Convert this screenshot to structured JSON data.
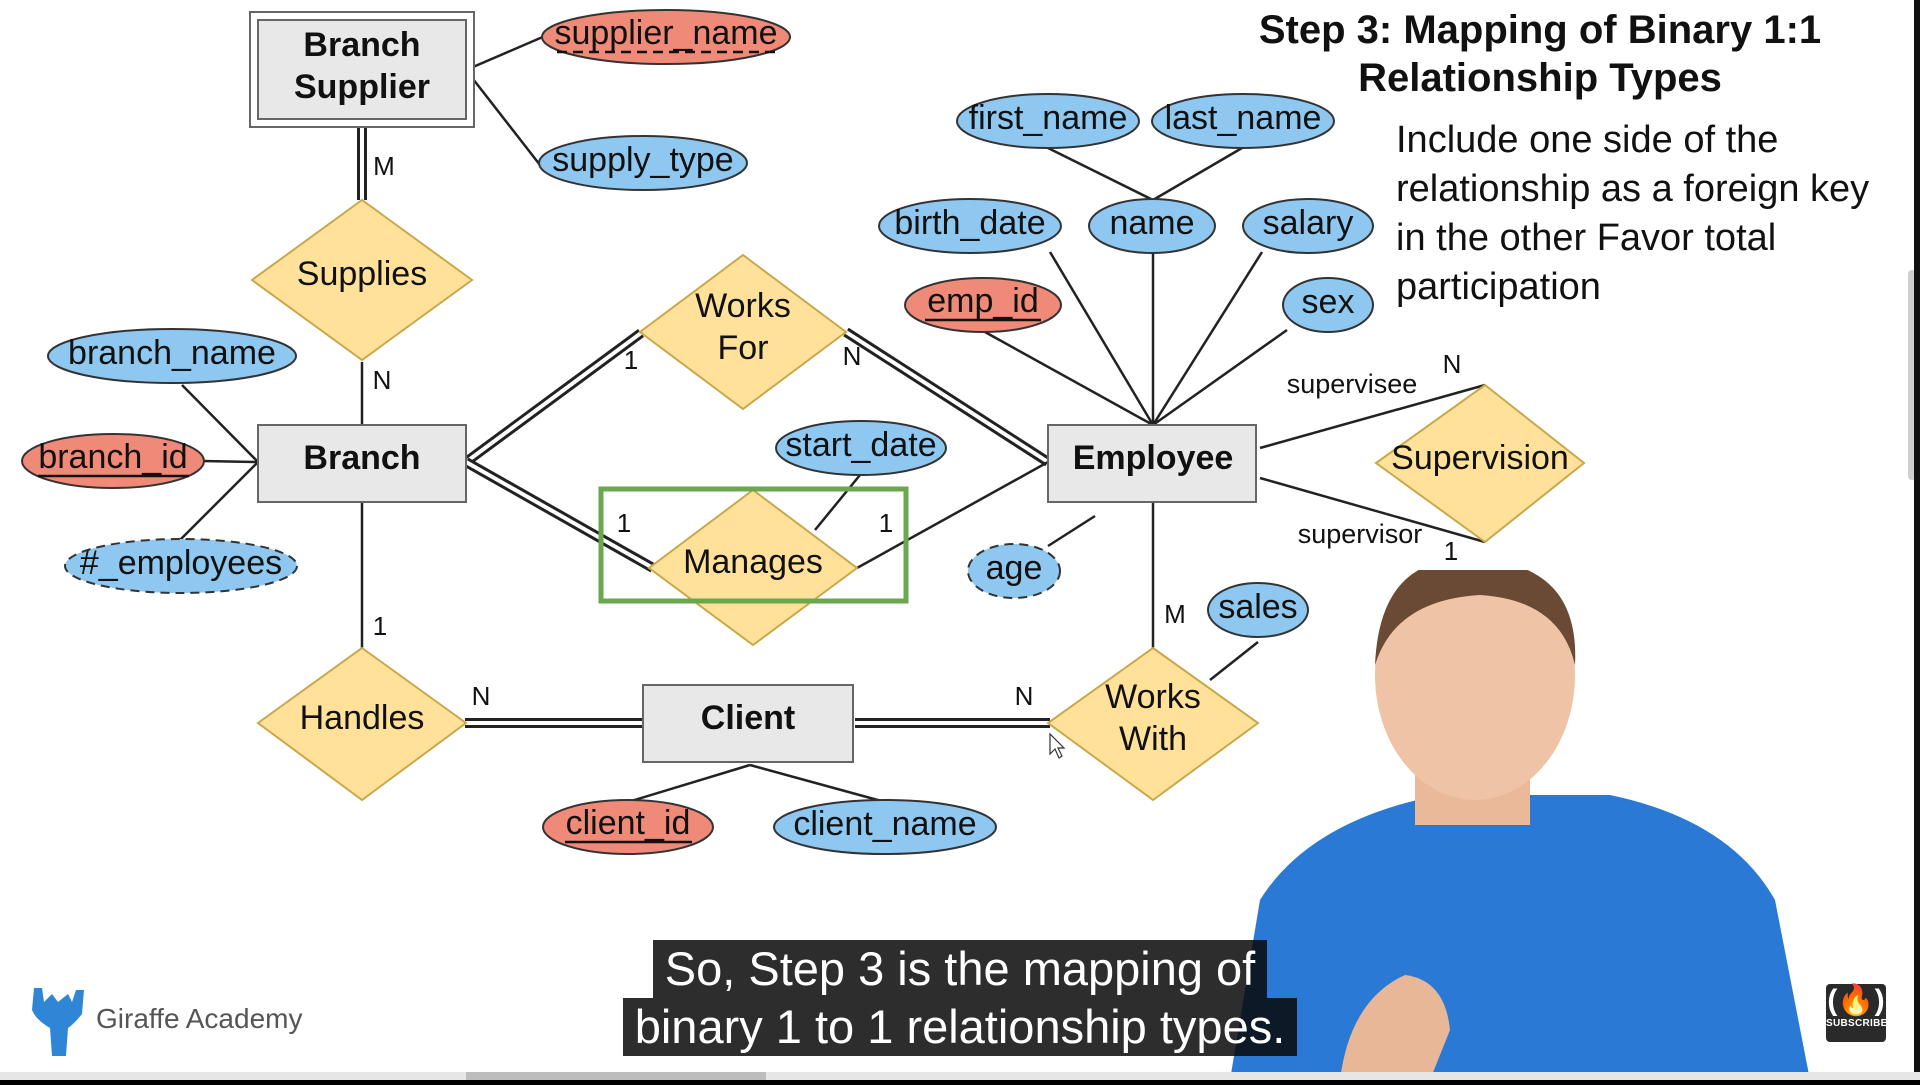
{
  "slide": {
    "title_line1": "Step 3: Mapping of Binary 1:1",
    "title_line2": "Relationship Types",
    "rule_text": "Include one side of the relationship as a foreign key in the other Favor total participation"
  },
  "entities": {
    "branch_supplier_line1": "Branch",
    "branch_supplier_line2": "Supplier",
    "branch": "Branch",
    "employee": "Employee",
    "client": "Client"
  },
  "relationships": {
    "supplies": "Supplies",
    "works_for_line1": "Works",
    "works_for_line2": "For",
    "manages": "Manages",
    "supervision": "Supervision",
    "handles": "Handles",
    "works_with_line1": "Works",
    "works_with_line2": "With"
  },
  "attributes": {
    "supplier_name": "supplier_name",
    "supply_type": "supply_type",
    "branch_name": "branch_name",
    "branch_id": "branch_id",
    "num_employees": "#_employees",
    "first_name": "first_name",
    "last_name": "last_name",
    "birth_date": "birth_date",
    "name": "name",
    "salary": "salary",
    "emp_id": "emp_id",
    "sex": "sex",
    "start_date": "start_date",
    "age": "age",
    "sales": "sales",
    "client_id": "client_id",
    "client_name": "client_name"
  },
  "cardinalities": {
    "supplies_bs": "M",
    "supplies_branch": "N",
    "worksfor_branch": "1",
    "worksfor_employee": "N",
    "manages_branch": "1",
    "manages_employee": "1",
    "handles_branch": "1",
    "handles_client": "N",
    "workswith_client": "N",
    "workswith_employee": "M",
    "supervision_top": "N",
    "supervision_bottom": "1"
  },
  "roles": {
    "supervisee": "supervisee",
    "supervisor": "supervisor"
  },
  "caption": {
    "line1": "So, Step 3 is the mapping of",
    "line2": "binary 1 to 1 relationship types."
  },
  "branding": {
    "logo_text": "Giraffe Academy",
    "subscribe_label": "SUBSCRIBE"
  },
  "colors": {
    "key_attribute": "#f08a78",
    "attribute": "#8ec8f0",
    "relationship": "#ffe19a",
    "entity": "#e8e8e8",
    "highlight": "#6aa84f"
  },
  "progress": {
    "played_fraction": 0.0
  },
  "icons": {
    "logo": "giraffe-logo-icon",
    "subscribe": "freecodecamp-subscribe-icon",
    "cursor": "mouse-cursor-icon"
  }
}
